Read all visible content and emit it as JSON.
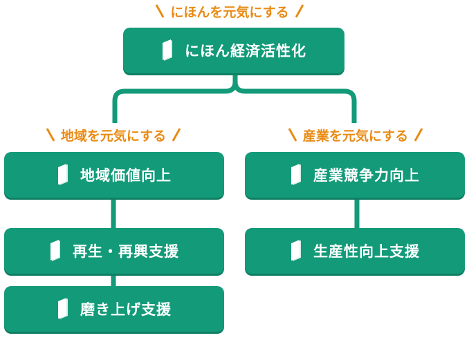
{
  "root": {
    "caption": "にほんを元気にする",
    "label": "にほん経済活性化"
  },
  "branches": [
    {
      "caption": "地域を元気にする",
      "items": [
        "地域価値向上",
        "再生・再興支援",
        "磨き上げ支援"
      ]
    },
    {
      "caption": "産業を元気にする",
      "items": [
        "産業競争力向上",
        "生産性向上支援"
      ]
    }
  ],
  "colors": {
    "node_fill": "#139a79",
    "caption_text": "#e98b15",
    "connector": "#139a79",
    "icon_page": "#ffffff"
  }
}
